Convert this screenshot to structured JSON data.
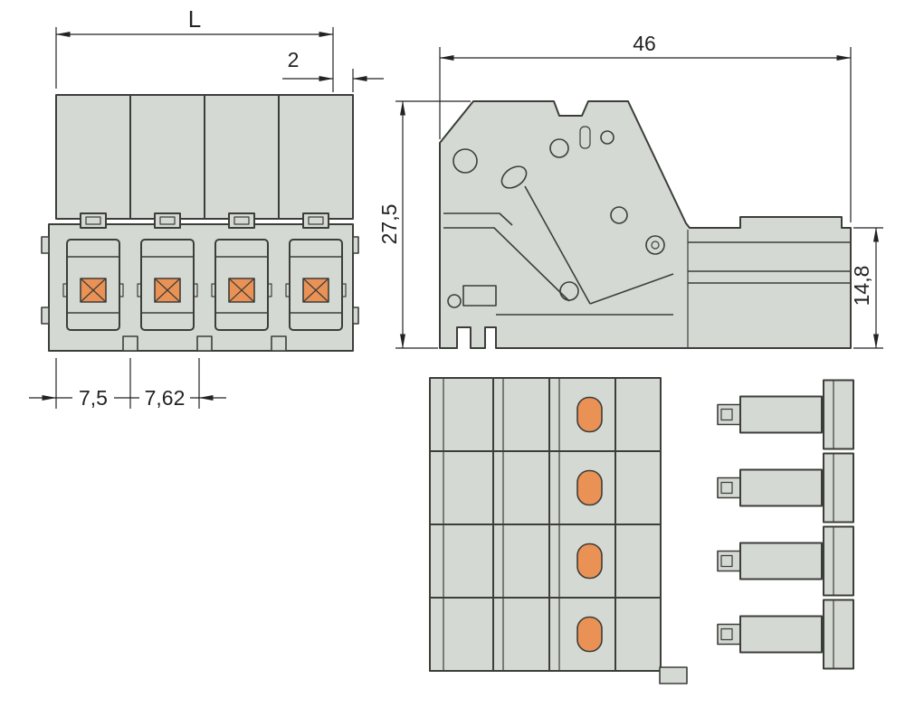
{
  "labels": {
    "dim_total_length": "L",
    "dim_end_offset": "2",
    "dim_pitch_a": "7,5",
    "dim_pitch_b": "7,62",
    "dim_depth": "46",
    "dim_height": "27,5",
    "dim_plug_height": "14,8"
  },
  "colors": {
    "body_fill": "#d5d9d3",
    "outline": "#3c3e3a",
    "dim_color": "#232323",
    "contact_orange": "#ea9156",
    "background": "#ffffff"
  }
}
